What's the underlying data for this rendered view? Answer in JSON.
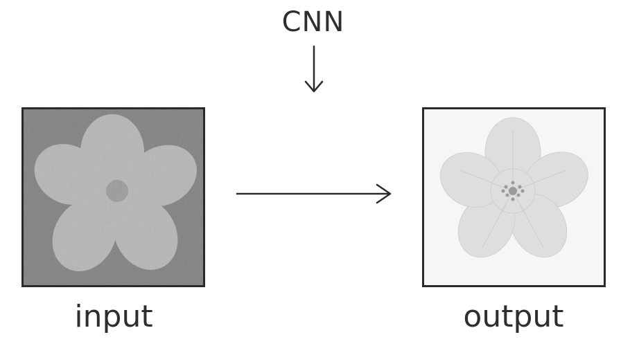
{
  "diagram": {
    "top_label": "CNN",
    "left_label": "input",
    "right_label": "output",
    "left_image_icon": "noisy-flower-image",
    "right_image_icon": "clean-flower-image",
    "arrow_color": "#2a2a2a"
  }
}
